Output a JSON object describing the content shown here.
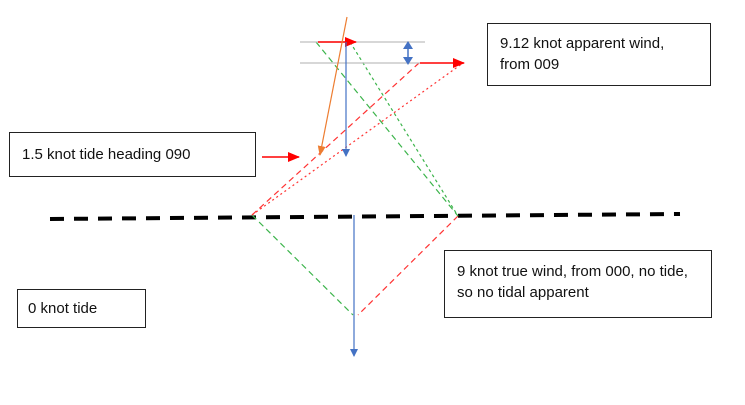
{
  "labels": {
    "apparent_wind_tide": "9.12 knot apparent wind, from 009",
    "tide_heading": "1.5 knot tide heading 090",
    "true_wind_no_tide": "9 knot true wind, from 000, no tide, so no tidal apparent",
    "zero_tide": "0 knot tide"
  },
  "colors": {
    "true_wind": "#4472c4",
    "tide": "#ff0000",
    "apparent_wind": "#ed7d31",
    "diamond_green": "#3cb44b",
    "diamond_red": "#ff3333",
    "reference_line": "#000000",
    "guide": "#bfbfbf"
  }
}
